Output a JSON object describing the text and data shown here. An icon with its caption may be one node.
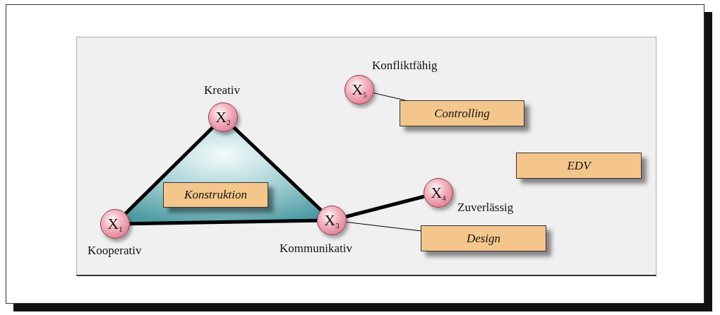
{
  "diagram": {
    "nodes": [
      {
        "text": [
          "X$_{1}$"
        ],
        "beside": [
          "Kooperativ"
        ]
      },
      {
        "text": [
          "X$_{2}$"
        ],
        "beside": [
          "Kreativ"
        ]
      },
      {
        "text": [
          "X$_{3}$"
        ],
        "beside": [
          "Kommunikativ"
        ]
      },
      {
        "text": [
          "X$_{4}$"
        ],
        "beside": [
          "Zuverlässig"
        ]
      },
      {
        "text": [
          "X$_{5}$"
        ],
        "beside": [
          "Konfliktfähig"
        ]
      },
      {
        "text": [
          "Konstruktion"
        ]
      },
      {
        "text": [
          "Controlling"
        ]
      },
      {
        "text": [
          "EDV"
        ]
      },
      {
        "text": [
          "Design"
        ]
      }
    ],
    "edges": [
      {
        "from": 0,
        "to": 1,
        "arrow": "none"
      },
      {
        "from": 1,
        "to": 2,
        "arrow": "none"
      },
      {
        "from": 0,
        "to": 2,
        "arrow": "none"
      },
      {
        "from": 2,
        "to": 3,
        "arrow": "none"
      },
      {
        "from": 4,
        "to": 6,
        "arrow": "none"
      },
      {
        "from": 2,
        "to": 8,
        "arrow": "none"
      }
    ]
  }
}
